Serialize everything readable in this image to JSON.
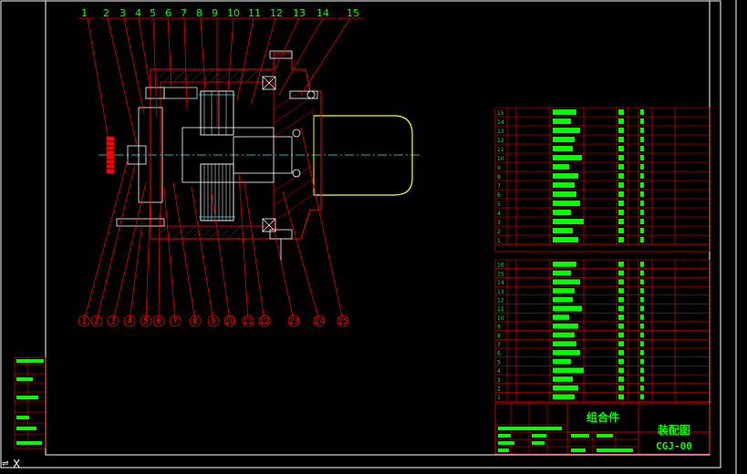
{
  "callouts": {
    "top": [
      "1",
      "2",
      "3",
      "4",
      "5",
      "6",
      "7",
      "8",
      "9",
      "10",
      "11",
      "12",
      "13",
      "14",
      "15"
    ],
    "bottom": [
      "1",
      "2",
      "3",
      "4",
      "5",
      "6",
      "7",
      "8",
      "9",
      "10",
      "11",
      "12",
      "13",
      "14",
      "15"
    ]
  },
  "parts_table_upper": {
    "row_numbers": [
      "15",
      "14",
      "13",
      "12",
      "11",
      "10",
      "9",
      "8",
      "7",
      "6",
      "5",
      "4",
      "3",
      "2",
      "1"
    ]
  },
  "parts_table_lower": {
    "row_numbers": [
      "16",
      "15",
      "14",
      "13",
      "12",
      "11",
      "10",
      "9",
      "8",
      "7",
      "6",
      "5",
      "4",
      "3",
      "2",
      "1"
    ]
  },
  "title_block": {
    "assembly_label": "组合件",
    "drawing_name": "装配图",
    "drawing_number": "CGJ-00"
  },
  "status_bar": {
    "cursor_mark": "X"
  },
  "colors": {
    "background": "#000000",
    "frame": "#ffffff",
    "callout": "#ff0000",
    "callout_text": "#00ff00",
    "table_text": "#00ff00",
    "centerline": "#00ffff",
    "motor": "#ffff00"
  }
}
